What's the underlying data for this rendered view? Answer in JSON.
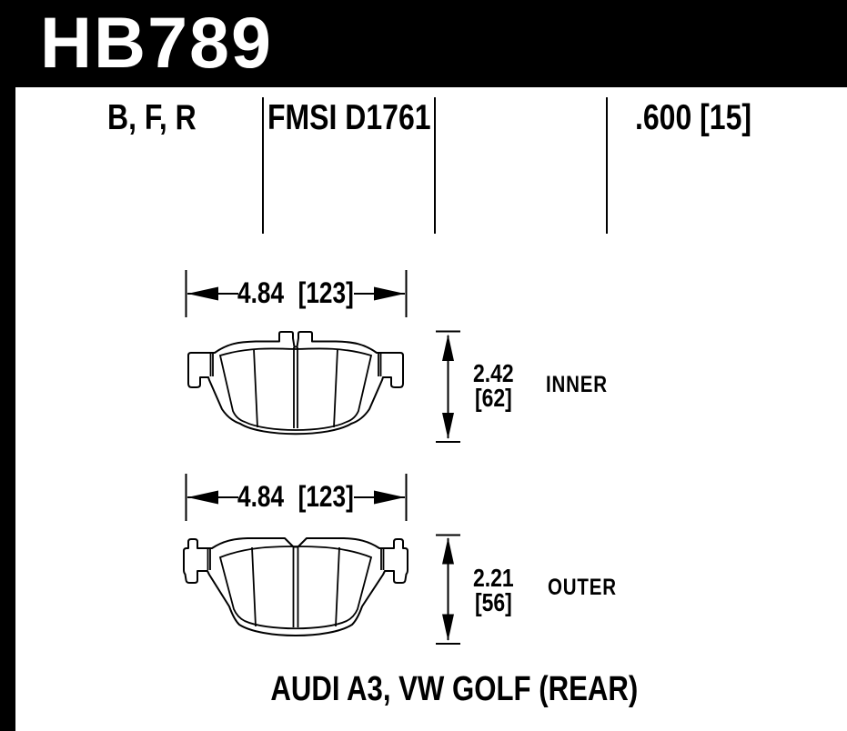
{
  "page": {
    "background_color": "#ffffff",
    "ink_color": "#000000"
  },
  "header": {
    "part_number": "HB789",
    "bar_color": "#000000",
    "text_color": "#ffffff"
  },
  "spec_row": {
    "compounds": "B, F, R",
    "fmsi_code": "FMSI D1761",
    "thickness": ".600 [15]"
  },
  "inner_pad": {
    "width_dim": "4.84 [123]",
    "thickness_in": "2.42",
    "thickness_mm": "[62]",
    "label": "INNER"
  },
  "outer_pad": {
    "width_dim": "4.84 [123]",
    "thickness_in": "2.21",
    "thickness_mm": "[56]",
    "label": "OUTER"
  },
  "footer": {
    "application": "AUDI A3, VW GOLF (REAR)"
  }
}
